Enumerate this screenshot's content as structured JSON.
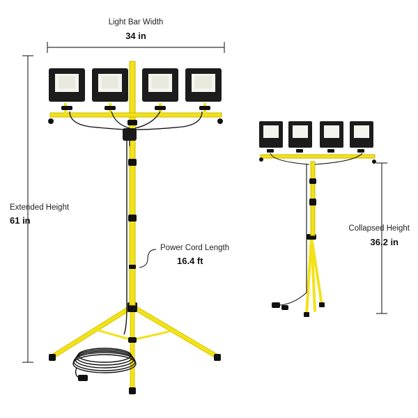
{
  "dimensions": {
    "width_label": {
      "name": "Light Bar Width",
      "value": "34 in"
    },
    "extended_height": {
      "name": "Extended Height",
      "value": "61 in"
    },
    "power_cord": {
      "name": "Power Cord Length",
      "value": "16.4 ft"
    },
    "collapsed_height": {
      "name": "Collapsed Height",
      "value": "36.2 in"
    }
  },
  "colors": {
    "pole": "#f2e21b",
    "pole_dark": "#c9b800",
    "lamp_body": "#1c1c1c",
    "lamp_face": "#f4f4ee",
    "cable": "#111111",
    "dimension_line": "#333333"
  },
  "products": [
    {
      "name": "extended-work-light",
      "lamp_count": 4
    },
    {
      "name": "collapsed-work-light",
      "lamp_count": 4
    }
  ]
}
